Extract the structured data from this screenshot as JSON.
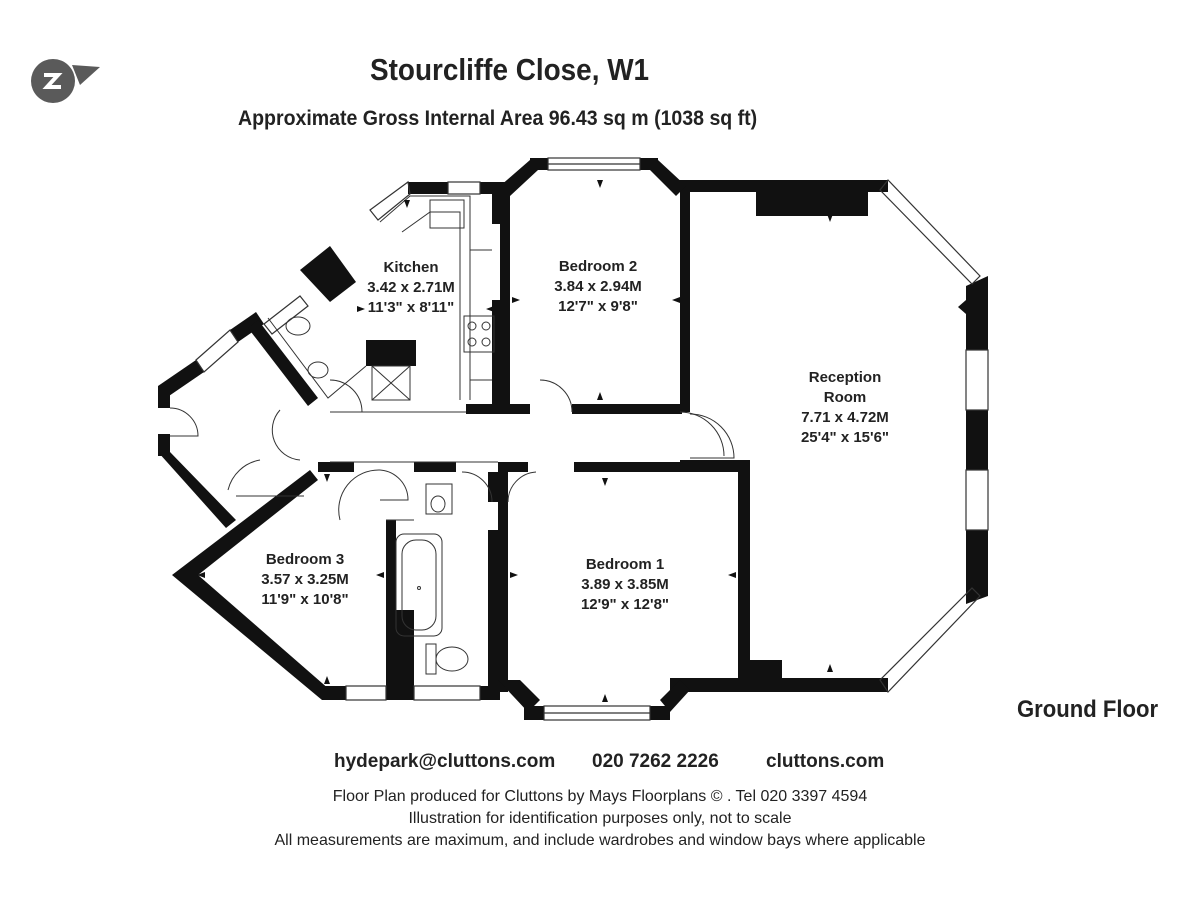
{
  "header": {
    "title": "Stourcliffe Close, W1",
    "area": "Approximate Gross Internal Area 96.43 sq m  (1038 sq ft)"
  },
  "rooms": [
    {
      "name": "Kitchen",
      "metric": "3.42 x 2.71M",
      "imperial": "11'3\" x 8'11\""
    },
    {
      "name": "Bedroom 2",
      "metric": "3.84 x 2.94M",
      "imperial": "12'7\" x 9'8\""
    },
    {
      "name": "Reception",
      "name2": "Room",
      "metric": "7.71 x 4.72M",
      "imperial": "25'4\" x 15'6\""
    },
    {
      "name": "Bedroom 3",
      "metric": "3.57 x 3.25M",
      "imperial": "11'9\" x 10'8\""
    },
    {
      "name": "Bedroom 1",
      "metric": "3.89 x 3.85M",
      "imperial": "12'9\" x 12'8\""
    }
  ],
  "floor_label": "Ground Floor",
  "contact": {
    "email": "hydepark@cluttons.com",
    "phone": "020 7262 2226",
    "website": "cluttons.com"
  },
  "footer": {
    "line1": "Floor Plan produced for Cluttons by Mays Floorplans  © . Tel 020 3397 4594",
    "line2": "Illustration for identification purposes only, not to scale",
    "line3": "All measurements are maximum, and include wardrobes and window bays where applicable"
  },
  "icons": {
    "compass": "north-compass-icon"
  },
  "colors": {
    "wall": "#111111",
    "text": "#222222",
    "compass": "#555555"
  }
}
